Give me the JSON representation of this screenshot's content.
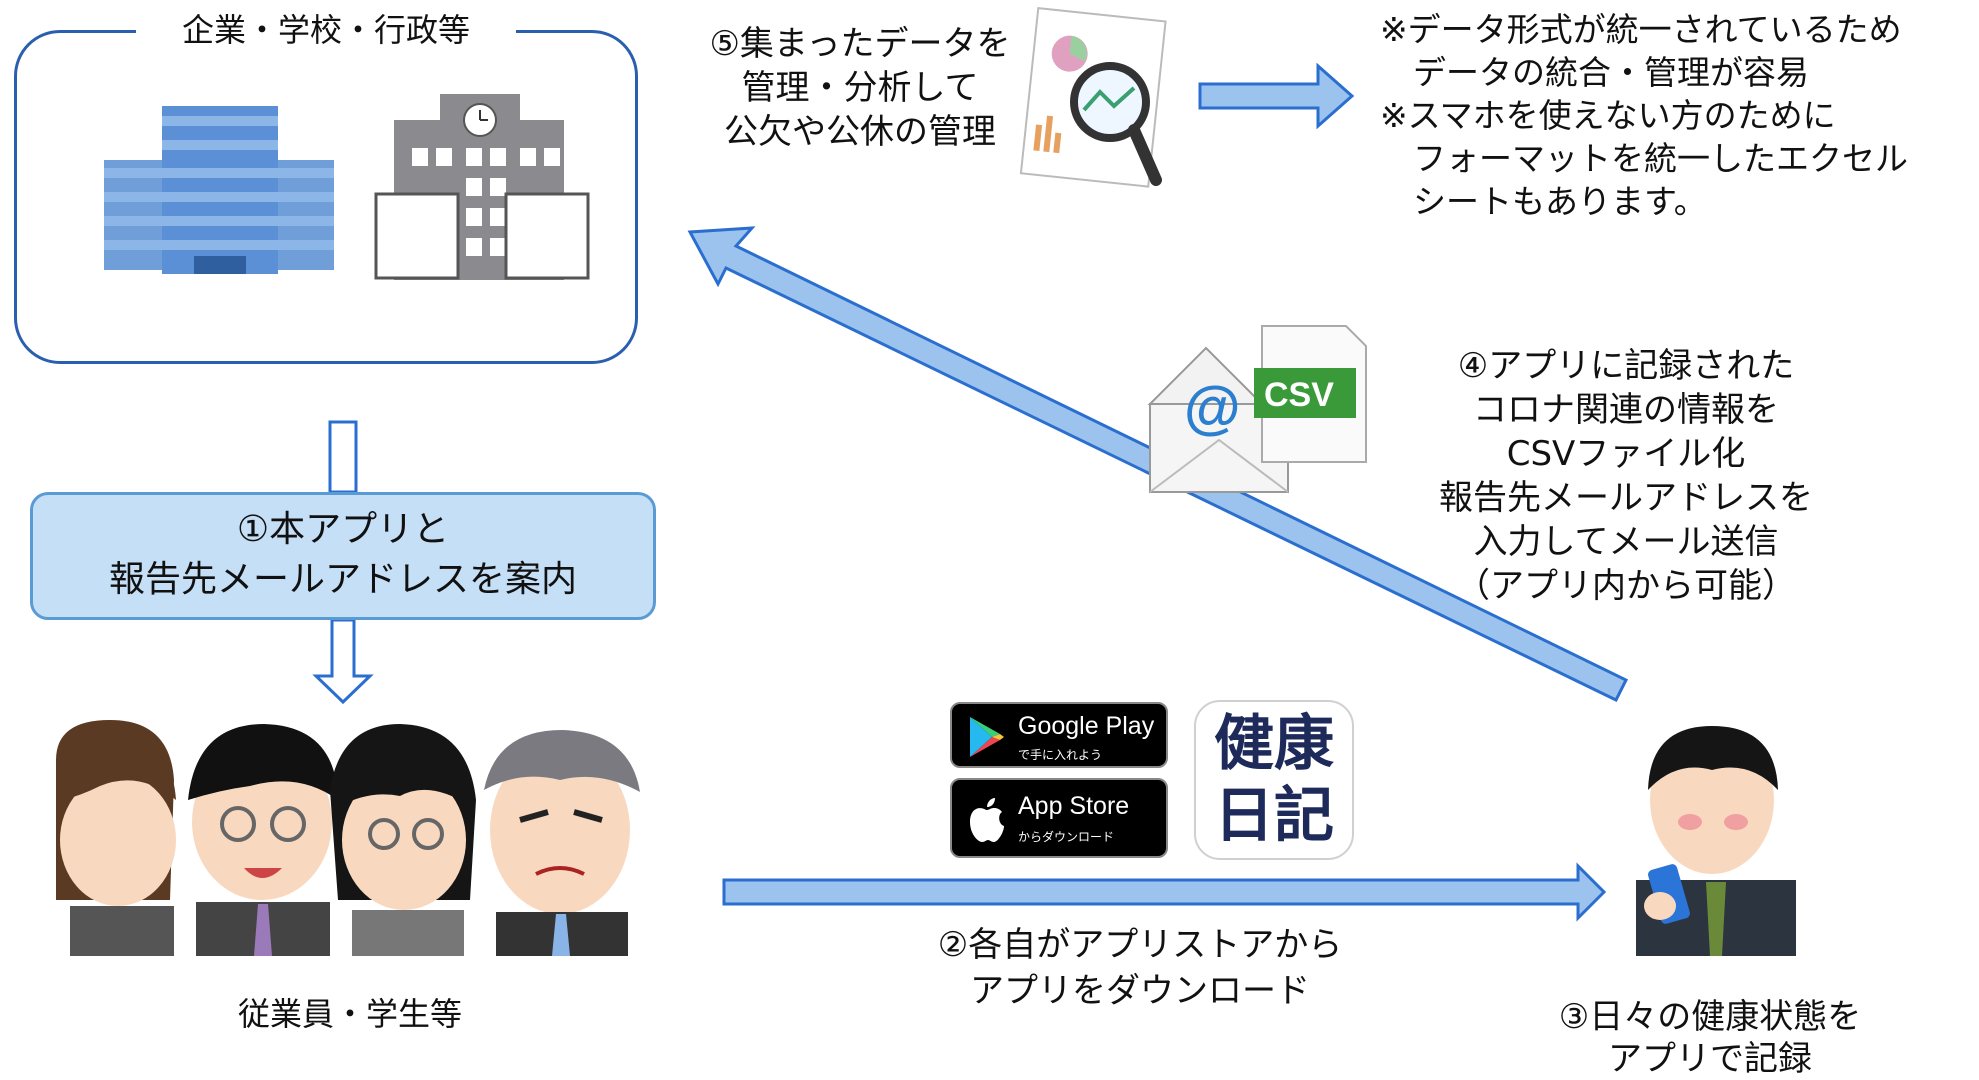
{
  "organizations": {
    "title": "企業・学校・行政等"
  },
  "step1": {
    "text": "①本アプリと\n報告先メールアドレスを案内"
  },
  "people": {
    "label": "従業員・学生等"
  },
  "step2": {
    "text": "②各自がアプリストアから\nアプリをダウンロード"
  },
  "step3": {
    "text": "③日々の健康状態を\nアプリで記録"
  },
  "step4": {
    "text": "④アプリに記録された\nコロナ関連の情報を\nCSVファイル化\n報告先メールアドレスを\n入力してメール送信\n（アプリ内から可能）"
  },
  "step5": {
    "text": "⑤集まったデータを\n管理・分析して\n公欠や公休の管理"
  },
  "notes": {
    "text": "※データ形式が統一されているため\n　データの統合・管理が容易\n※スマホを使えない方のために\n　フォーマットを統一したエクセル\n　シートもあります。"
  },
  "badges": {
    "google_play_title": "Google Play",
    "google_play_sub": "で手に入れよう",
    "app_store_title": "App Store",
    "app_store_sub": "からダウンロード",
    "app_icon_text": "健康\n日記"
  },
  "csv_icon": {
    "at_symbol": "@",
    "label": "CSV"
  },
  "colors": {
    "arrow_fill": "#9cc3ee",
    "arrow_stroke": "#2a6fcf",
    "box_border": "#2a5fb0",
    "guide_fill": "#c5dff7",
    "csv_green": "#3a9a3a"
  }
}
